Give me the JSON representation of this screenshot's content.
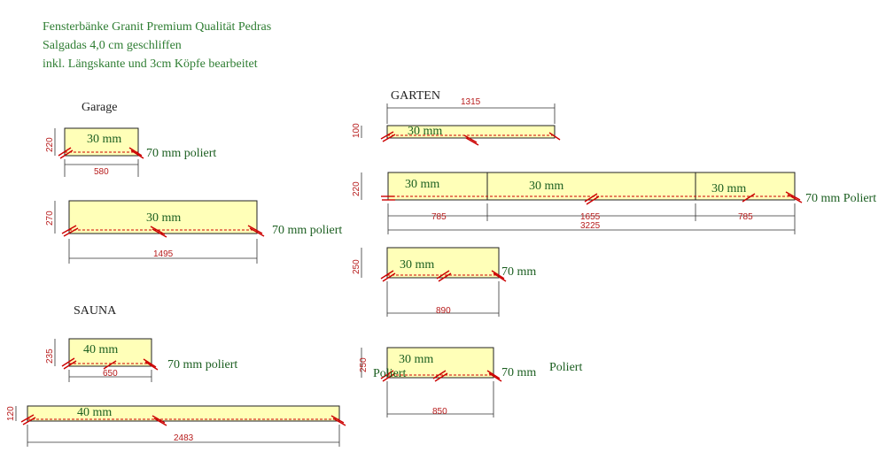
{
  "header": {
    "line1": "Fensterbänke Granit Premium Qualität Pedras",
    "line2": "Salgadas 4,0 cm geschliffen",
    "line3": "inkl. Längskante und 3cm Köpfe bearbeitet"
  },
  "sections": {
    "garage": "Garage",
    "sauna": "SAUNA",
    "garten": "GARTEN"
  },
  "garage": {
    "slab1": {
      "thickness": "30 mm",
      "width": "580",
      "height": "220",
      "note": "70 mm poliert"
    },
    "slab2": {
      "thickness": "30 mm",
      "width": "1495",
      "height": "270",
      "note": "70 mm poliert"
    }
  },
  "sauna": {
    "slab1": {
      "thickness": "40 mm",
      "width": "650",
      "height": "235",
      "note": "70 mm poliert"
    },
    "slab2": {
      "thickness": "40 mm",
      "width": "2483",
      "height": "120"
    }
  },
  "garten": {
    "slab1": {
      "thickness": "30 mm",
      "width": "1315",
      "height": "100"
    },
    "slab2": {
      "thickness_a": "30 mm",
      "thickness_b": "30 mm",
      "thickness_c": "30 mm",
      "width_a": "785",
      "width_b": "1655",
      "width_c": "785",
      "total": "3225",
      "height": "220",
      "note": "70 mm  Poliert"
    },
    "slab3": {
      "thickness": "30 mm",
      "width": "890",
      "height": "250",
      "note": "70 mm"
    },
    "slab4": {
      "thickness": "30 mm",
      "width": "850",
      "height": "250",
      "left_note": "Poliert",
      "note": "70 mm",
      "note2": "Poliert"
    }
  }
}
